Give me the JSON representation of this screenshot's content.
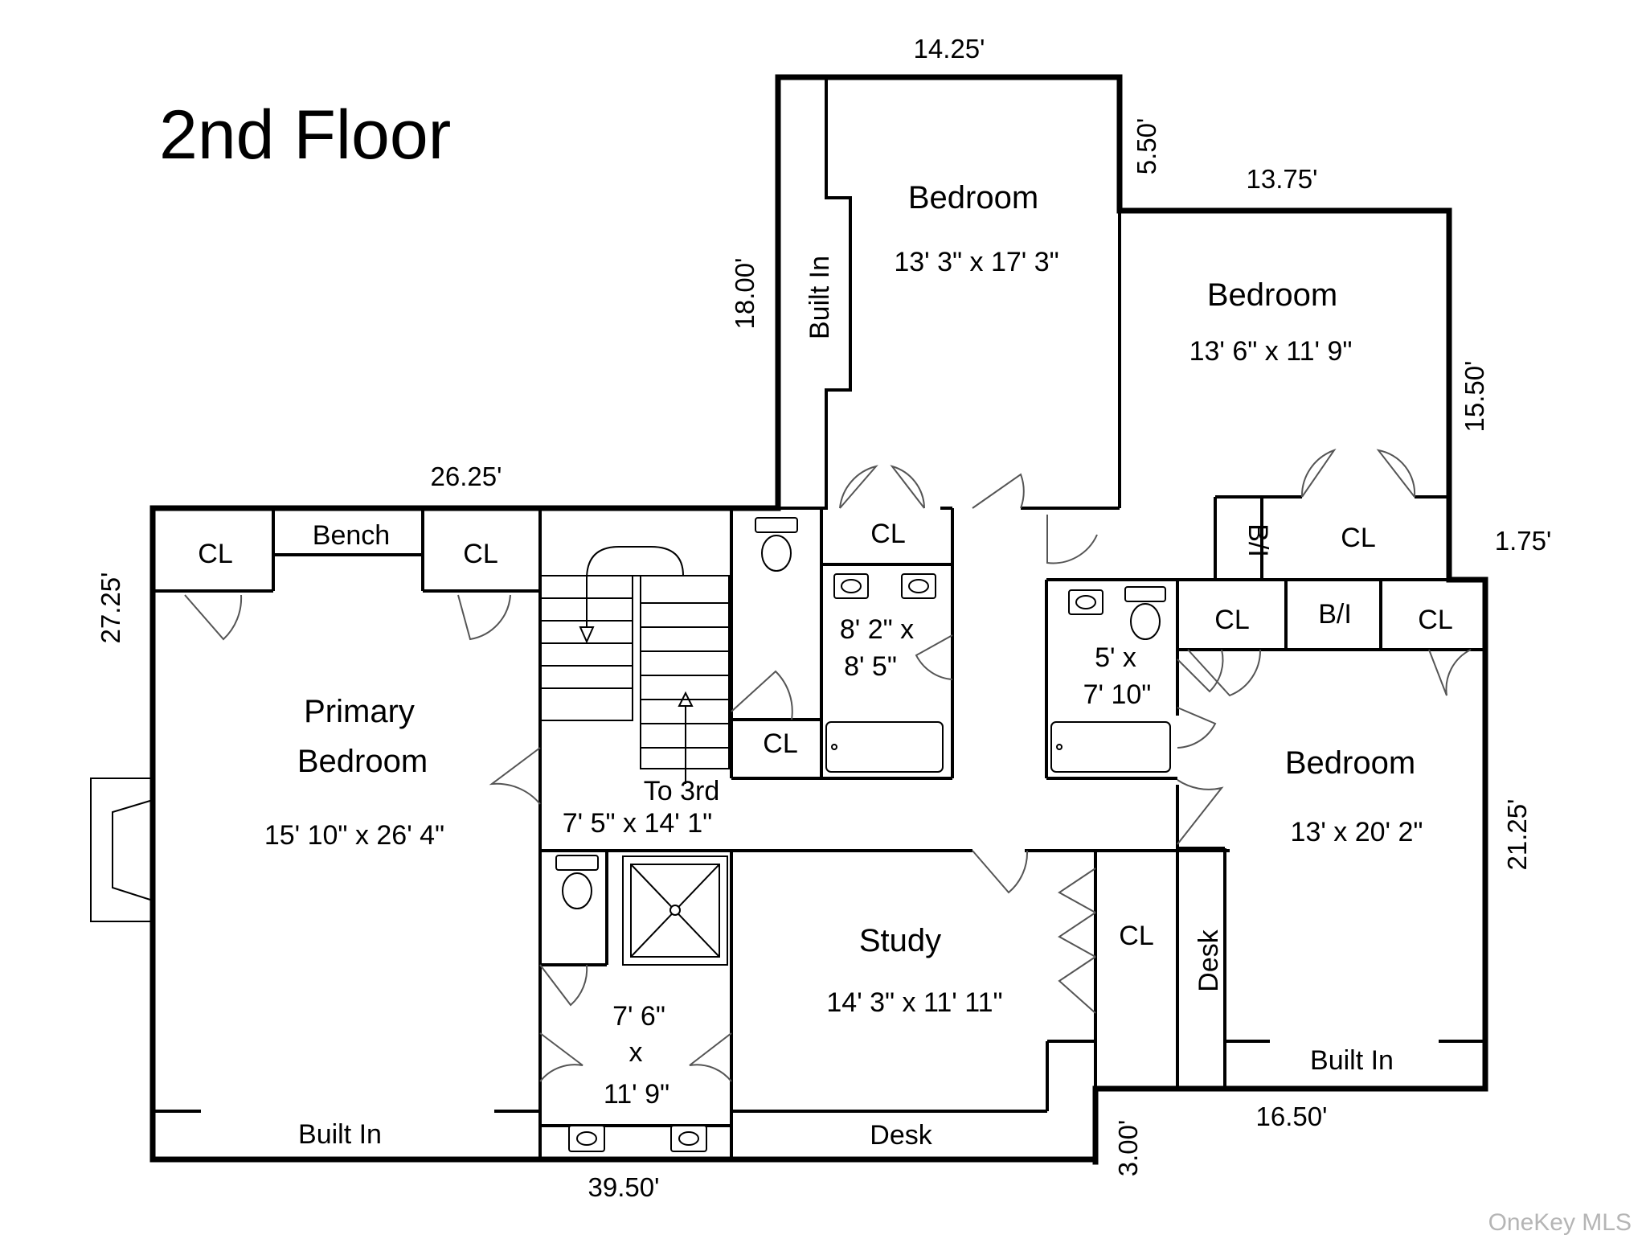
{
  "title": "2nd Floor",
  "rooms": {
    "primary_bedroom": {
      "name_line1": "Primary",
      "name_line2": "Bedroom",
      "size": "15' 10\" x 26' 4\""
    },
    "bedroom_top": {
      "name": "Bedroom",
      "size": "13' 3\" x 17' 3\""
    },
    "bedroom_right": {
      "name": "Bedroom",
      "size": "13' 6\" x 11' 9\""
    },
    "bedroom_lower_right": {
      "name": "Bedroom",
      "size": "13' x 20' 2\""
    },
    "study": {
      "name": "Study",
      "size": "14' 3\" x 11' 11\""
    },
    "hall": {
      "stairs_label": "To 3rd",
      "size": "7' 5\" x 14' 1\""
    },
    "bath_center": {
      "line1": "8' 2\" x",
      "line2": "8' 5\""
    },
    "bath_right": {
      "line1": "5' x",
      "line2": "7' 10\""
    },
    "bath_primary": {
      "line1": "7' 6\"",
      "line2": "x",
      "line3": "11' 9\""
    }
  },
  "labels": {
    "cl": "CL",
    "bench": "Bench",
    "built_in": "Built In",
    "bi": "B/I",
    "desk": "Desk"
  },
  "dimensions": {
    "d_14_25": "14.25'",
    "d_5_50": "5.50'",
    "d_13_75": "13.75'",
    "d_18_00": "18.00'",
    "d_15_50": "15.50'",
    "d_26_25": "26.25'",
    "d_1_75": "1.75'",
    "d_27_25": "27.25'",
    "d_21_25": "21.25'",
    "d_16_50": "16.50'",
    "d_3_00": "3.00'",
    "d_39_50": "39.50'"
  },
  "watermark": "OneKey MLS"
}
